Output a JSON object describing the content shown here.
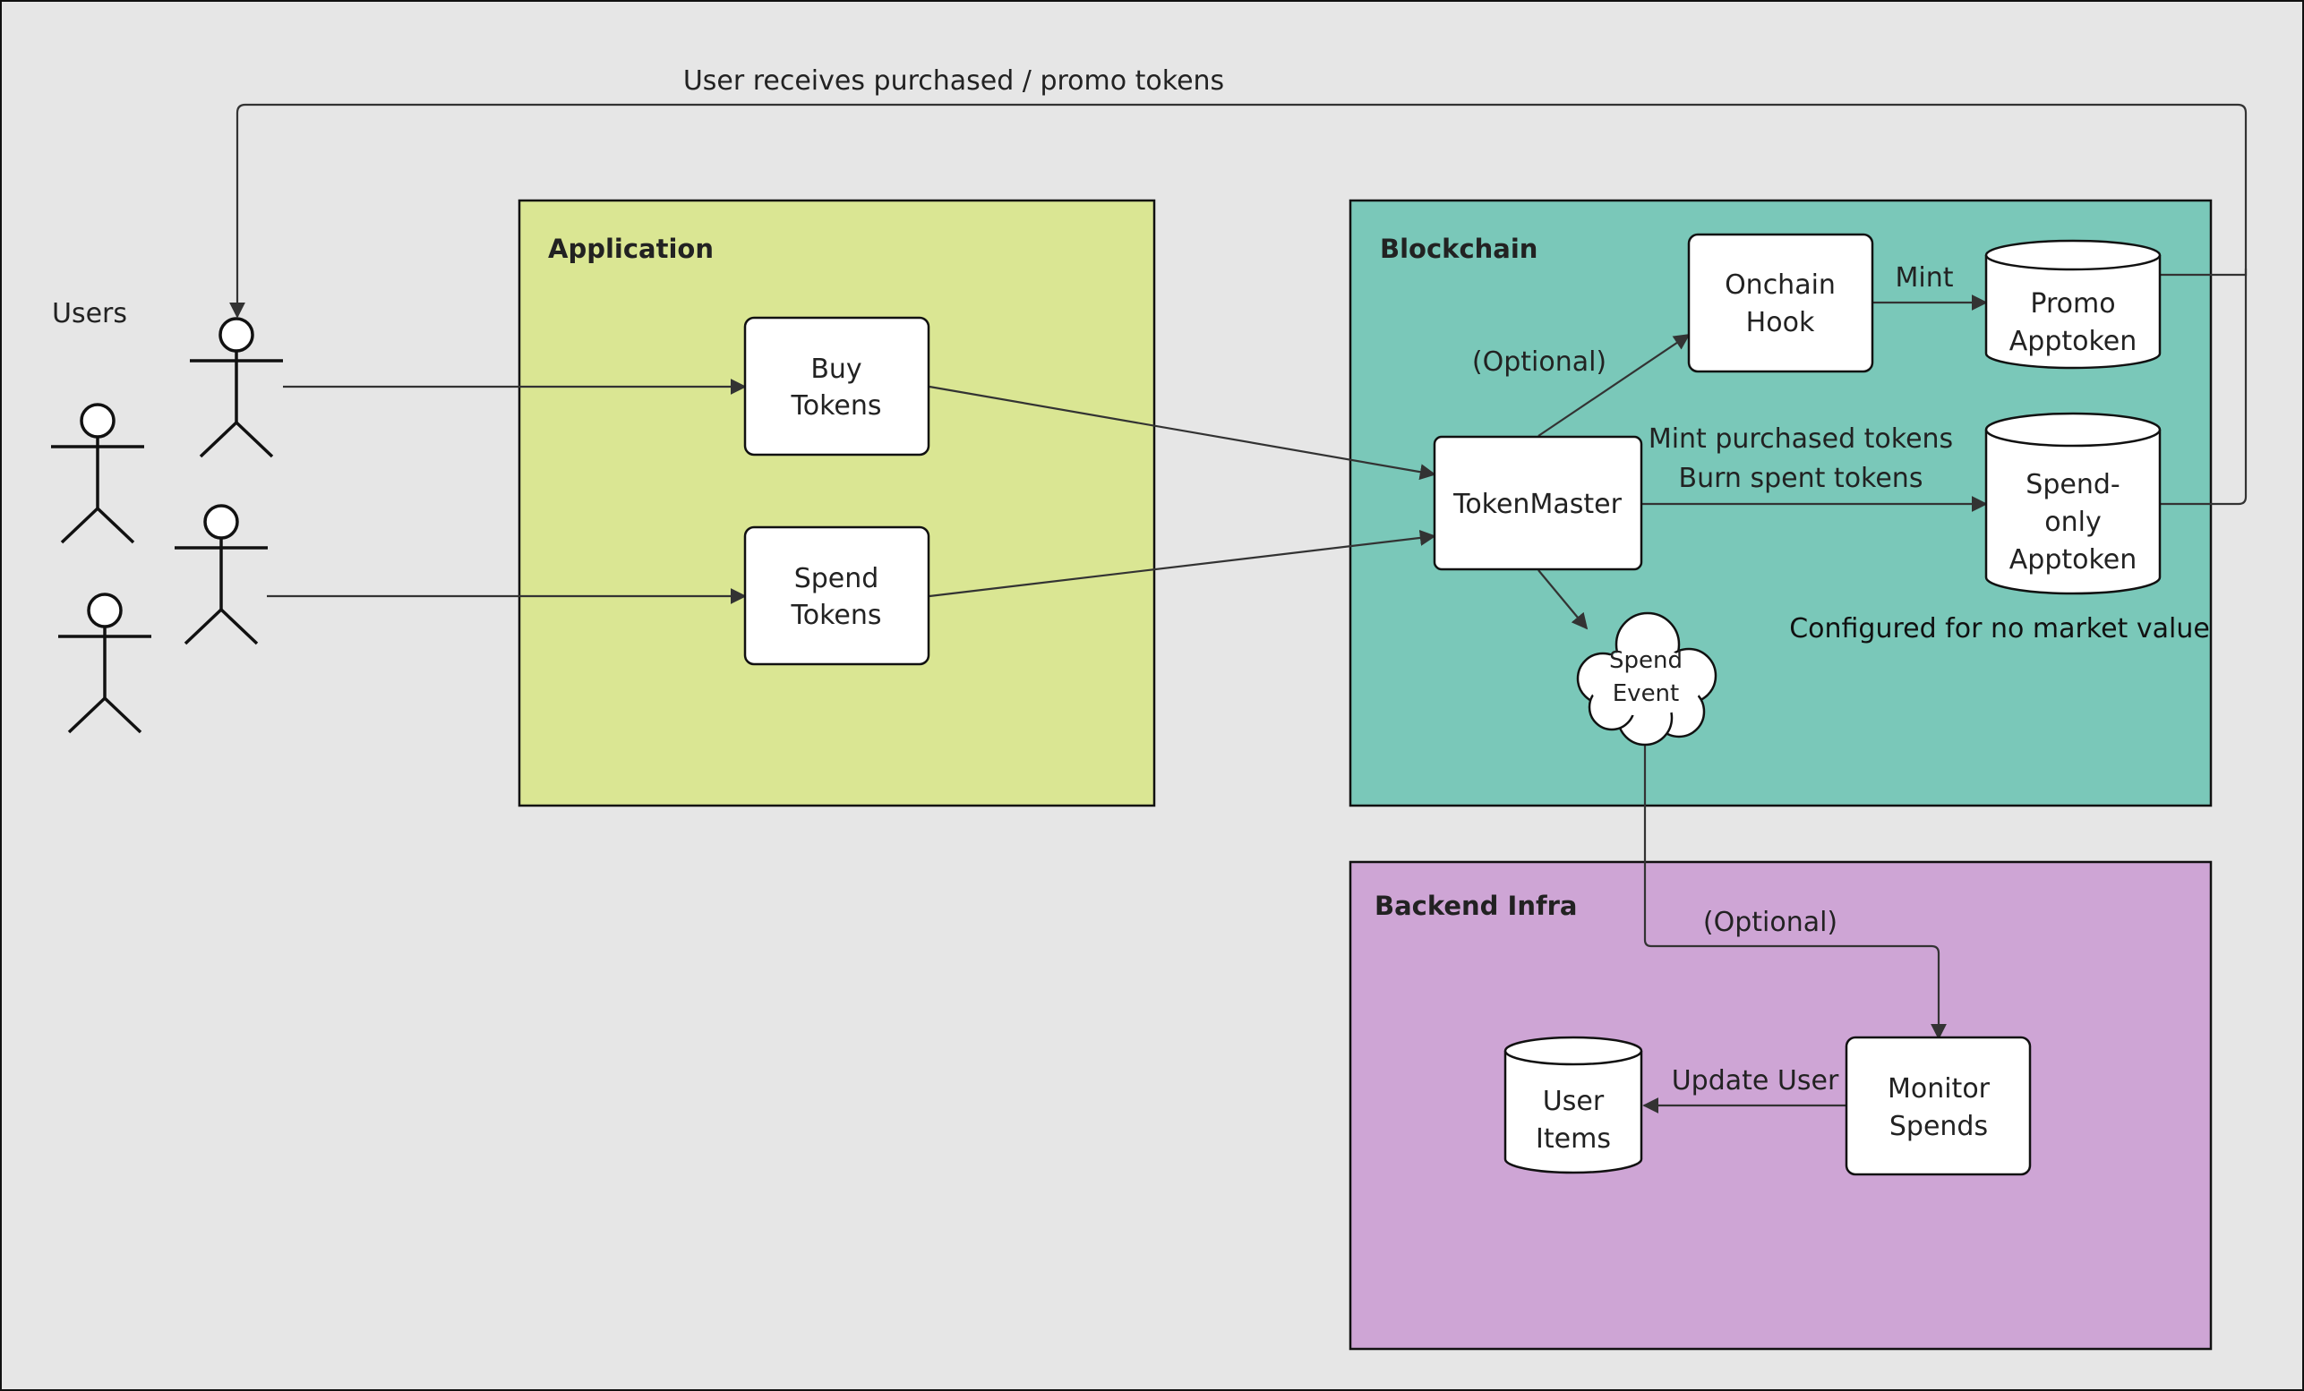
{
  "colors": {
    "background": "#e6e6e6",
    "application": "#dae693",
    "blockchain": "#7ac8b9",
    "backend": "#cea5d5",
    "node_fill": "#ffffff",
    "stroke": "#111111"
  },
  "top_label": "User receives purchased / promo tokens",
  "users": {
    "label": "Users",
    "icon": "stick-figure-icon"
  },
  "application": {
    "title": "Application",
    "buy_l1": "Buy",
    "buy_l2": "Tokens",
    "spend_l1": "Spend",
    "spend_l2": "Tokens"
  },
  "blockchain": {
    "title": "Blockchain",
    "tokenmaster": "TokenMaster",
    "onchain_l1": "Onchain",
    "onchain_l2": "Hook",
    "promo_l1": "Promo",
    "promo_l2": "Apptoken",
    "spendonly_l1": "Spend-",
    "spendonly_l2": "only",
    "spendonly_l3": "Apptoken",
    "event_l1": "Spend",
    "event_l2": "Event",
    "label_optional": "(Optional)",
    "label_mint": "Mint",
    "label_mint_purchased": "Mint purchased tokens",
    "label_burn_spent": "Burn spent tokens",
    "note": "Configured for no market value"
  },
  "backend": {
    "title": "Backend Infra",
    "monitor_l1": "Monitor",
    "monitor_l2": "Spends",
    "items_l1": "User",
    "items_l2": "Items",
    "label_update": "Update User",
    "label_optional": "(Optional)"
  }
}
